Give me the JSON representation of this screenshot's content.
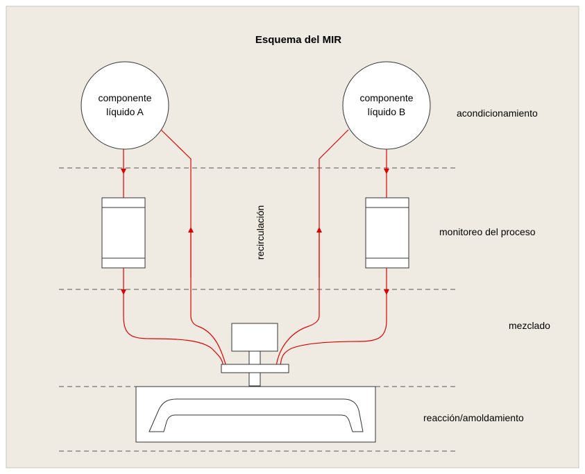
{
  "title": "Esquema del MIR",
  "stages": {
    "conditioning": "acondicionamiento",
    "monitoring": "monitoreo del proceso",
    "mixing": "mezclado",
    "reaction": "reacción/amoldamiento"
  },
  "recirculation_label": "recirculación",
  "component_a": {
    "line1": "componente",
    "line2": "líquido A"
  },
  "component_b": {
    "line1": "componente",
    "line2": "líquido B"
  },
  "colors": {
    "panel": "#f0ebe2",
    "border": "#c9c4bb",
    "flow": "#e00000",
    "outline": "#333333"
  }
}
